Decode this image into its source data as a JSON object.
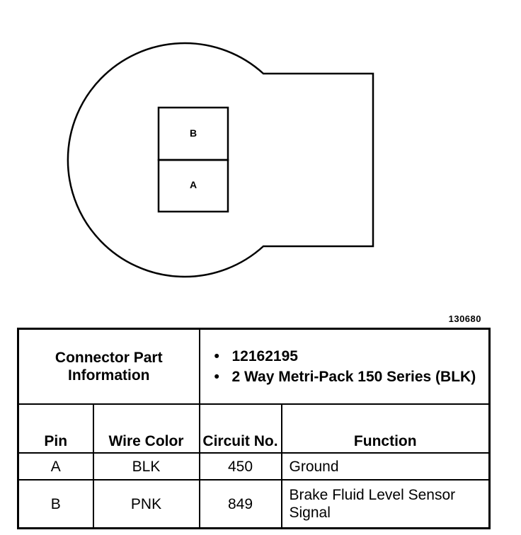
{
  "diagram": {
    "pin_top_label": "B",
    "pin_bottom_label": "A"
  },
  "figure_id": "130680",
  "table": {
    "info_header": "Connector Part Information",
    "info_items": [
      "12162195",
      "2 Way Metri-Pack 150 Series (BLK)"
    ],
    "columns": {
      "pin": "Pin",
      "wire_color": "Wire Color",
      "circuit": "Circuit No.",
      "function": "Function"
    },
    "rows": [
      {
        "pin": "A",
        "wire_color": "BLK",
        "circuit": "450",
        "function": "Ground"
      },
      {
        "pin": "B",
        "wire_color": "PNK",
        "circuit": "849",
        "function": "Brake Fluid Level Sensor Signal"
      }
    ]
  }
}
